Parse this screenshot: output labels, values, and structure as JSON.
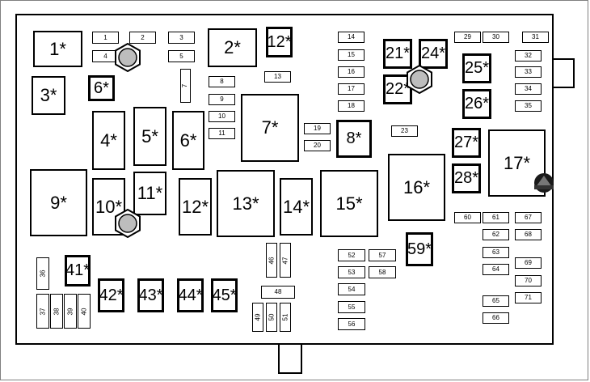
{
  "fuses": [
    {
      "id": "f1",
      "label": "1"
    },
    {
      "id": "f2",
      "label": "2"
    },
    {
      "id": "f3",
      "label": "3"
    },
    {
      "id": "f4",
      "label": "4"
    },
    {
      "id": "f5",
      "label": "5"
    },
    {
      "id": "f7",
      "label": "7"
    },
    {
      "id": "f8",
      "label": "8"
    },
    {
      "id": "f9",
      "label": "9"
    },
    {
      "id": "f10",
      "label": "10"
    },
    {
      "id": "f11",
      "label": "11"
    },
    {
      "id": "f13",
      "label": "13"
    },
    {
      "id": "f14",
      "label": "14"
    },
    {
      "id": "f15",
      "label": "15"
    },
    {
      "id": "f16",
      "label": "16"
    },
    {
      "id": "f17",
      "label": "17"
    },
    {
      "id": "f18",
      "label": "18"
    },
    {
      "id": "f19",
      "label": "19"
    },
    {
      "id": "f20",
      "label": "20"
    },
    {
      "id": "f23",
      "label": "23"
    },
    {
      "id": "f29",
      "label": "29"
    },
    {
      "id": "f30",
      "label": "30"
    },
    {
      "id": "f31",
      "label": "31"
    },
    {
      "id": "f32",
      "label": "32"
    },
    {
      "id": "f33",
      "label": "33"
    },
    {
      "id": "f34",
      "label": "34"
    },
    {
      "id": "f35",
      "label": "35"
    },
    {
      "id": "f36",
      "label": "36"
    },
    {
      "id": "f37",
      "label": "37"
    },
    {
      "id": "f38",
      "label": "38"
    },
    {
      "id": "f39",
      "label": "39"
    },
    {
      "id": "f40",
      "label": "40"
    },
    {
      "id": "f46",
      "label": "46"
    },
    {
      "id": "f47",
      "label": "47"
    },
    {
      "id": "f48",
      "label": "48"
    },
    {
      "id": "f49",
      "label": "49"
    },
    {
      "id": "f50",
      "label": "50"
    },
    {
      "id": "f51",
      "label": "51"
    },
    {
      "id": "f52",
      "label": "52"
    },
    {
      "id": "f53",
      "label": "53"
    },
    {
      "id": "f54",
      "label": "54"
    },
    {
      "id": "f55",
      "label": "55"
    },
    {
      "id": "f56",
      "label": "56"
    },
    {
      "id": "f57",
      "label": "57"
    },
    {
      "id": "f58",
      "label": "58"
    },
    {
      "id": "f60",
      "label": "60"
    },
    {
      "id": "f61",
      "label": "61"
    },
    {
      "id": "f62",
      "label": "62"
    },
    {
      "id": "f63",
      "label": "63"
    },
    {
      "id": "f64",
      "label": "64"
    },
    {
      "id": "f65",
      "label": "65"
    },
    {
      "id": "f66",
      "label": "66"
    },
    {
      "id": "f67",
      "label": "67"
    },
    {
      "id": "f68",
      "label": "68"
    },
    {
      "id": "f69",
      "label": "69"
    },
    {
      "id": "f70",
      "label": "70"
    },
    {
      "id": "f71",
      "label": "71"
    }
  ],
  "relays": [
    {
      "id": "r1",
      "label": "1*"
    },
    {
      "id": "r2",
      "label": "2*"
    },
    {
      "id": "r3",
      "label": "3*"
    },
    {
      "id": "r4",
      "label": "4*"
    },
    {
      "id": "r5",
      "label": "5*"
    },
    {
      "id": "r6a",
      "label": "6*"
    },
    {
      "id": "r6b",
      "label": "6*"
    },
    {
      "id": "r7",
      "label": "7*"
    },
    {
      "id": "r8",
      "label": "8*"
    },
    {
      "id": "r9",
      "label": "9*"
    },
    {
      "id": "r10",
      "label": "10*"
    },
    {
      "id": "r11",
      "label": "11*"
    },
    {
      "id": "r12a",
      "label": "12*"
    },
    {
      "id": "r12b",
      "label": "12*"
    },
    {
      "id": "r13",
      "label": "13*"
    },
    {
      "id": "r14",
      "label": "14*"
    },
    {
      "id": "r15",
      "label": "15*"
    },
    {
      "id": "r16",
      "label": "16*"
    },
    {
      "id": "r17",
      "label": "17*"
    },
    {
      "id": "r21",
      "label": "21*"
    },
    {
      "id": "r22",
      "label": "22*"
    },
    {
      "id": "r24",
      "label": "24*"
    },
    {
      "id": "r25",
      "label": "25*"
    },
    {
      "id": "r26",
      "label": "26*"
    },
    {
      "id": "r27",
      "label": "27*"
    },
    {
      "id": "r28",
      "label": "28*"
    },
    {
      "id": "r41",
      "label": "41*"
    },
    {
      "id": "r42",
      "label": "42*"
    },
    {
      "id": "r43",
      "label": "43*"
    },
    {
      "id": "r44",
      "label": "44*"
    },
    {
      "id": "r45",
      "label": "45*"
    },
    {
      "id": "r59",
      "label": "59*"
    }
  ]
}
